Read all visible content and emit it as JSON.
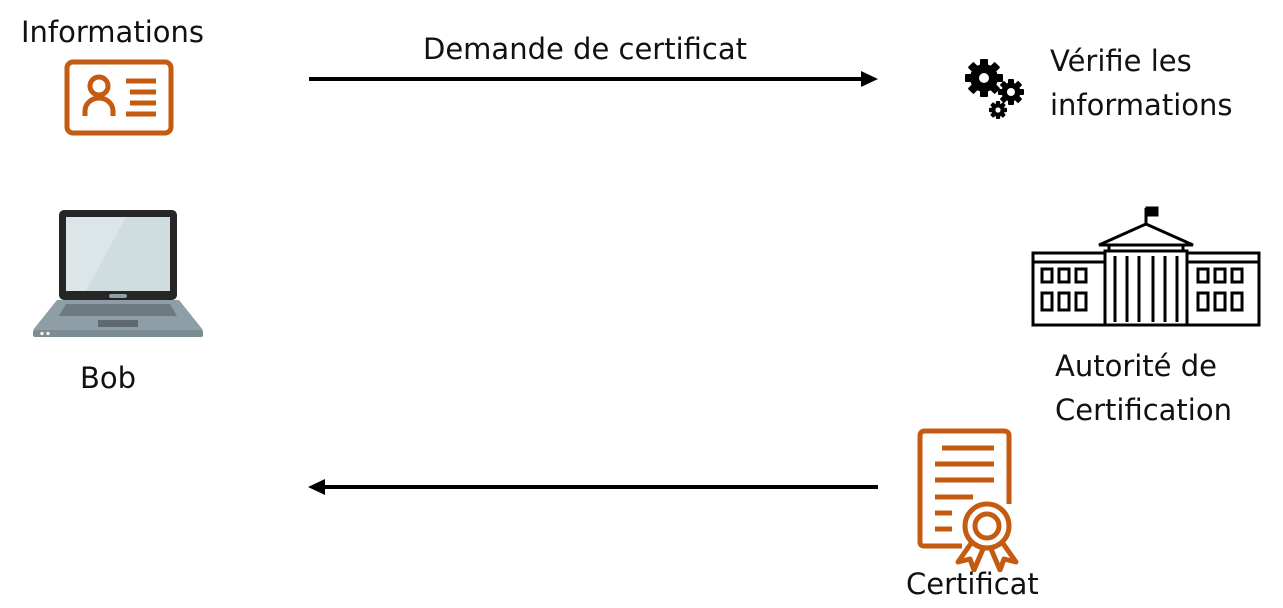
{
  "diagram": {
    "labels": {
      "informations": "Informations",
      "request": "Demande de certificat",
      "verify_line1": "Vérifie les",
      "verify_line2": "informations",
      "bob": "Bob",
      "ca_line1": "Autorité de",
      "ca_line2": "Certification",
      "certificate": "Certificat"
    },
    "icons": {
      "id_card": "id-card-icon",
      "gears": "gears-icon",
      "laptop": "laptop-icon",
      "authority": "government-building-icon",
      "certificate": "certificate-icon"
    },
    "colors": {
      "accent": "#C55A11",
      "ink": "#000000",
      "laptop_body": "#8E9EA6",
      "laptop_screen": "#CFDCE0"
    }
  }
}
